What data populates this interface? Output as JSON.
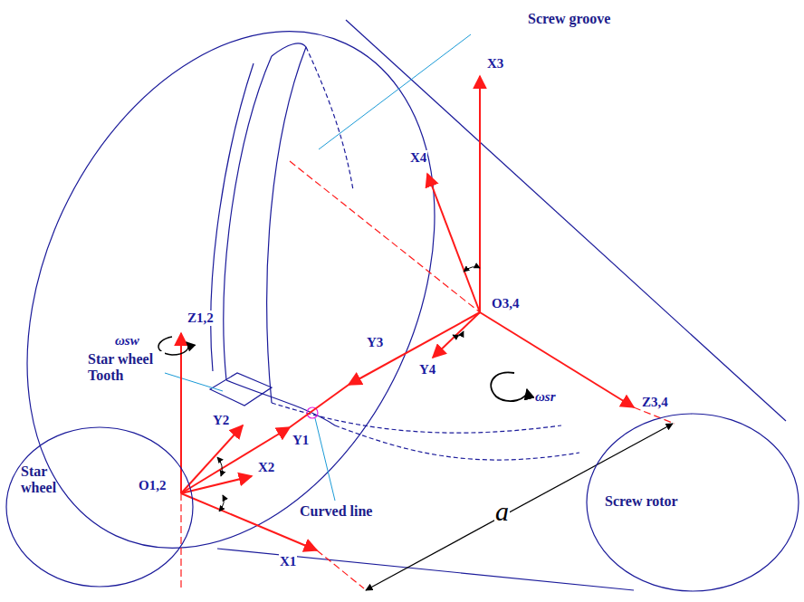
{
  "diagram": {
    "nodes": [
      {
        "text": [
          "Star wheel"
        ]
      },
      {
        "text": [
          "Screw rotor"
        ]
      }
    ],
    "labels": [
      "Screw groove",
      "X3",
      "X4",
      "O3,4",
      "Z1,2",
      "ωsw",
      "Y3",
      "Y4",
      "ωsr",
      "Z3,4",
      "Star wheel Tooth",
      "Y2",
      "Y1",
      "O1,2",
      "X2",
      "X1",
      "Curved line",
      "a"
    ]
  }
}
